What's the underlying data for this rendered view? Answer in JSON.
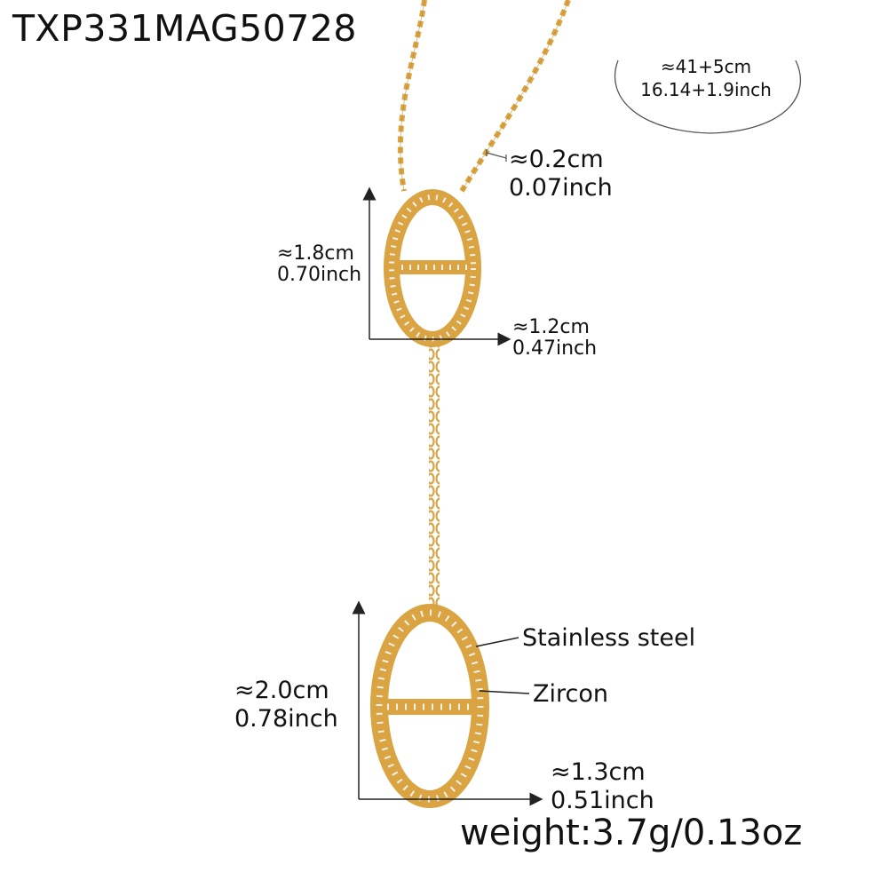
{
  "product": {
    "sku": "TXP331MAG50728",
    "type": "Y-necklace with two oval zircon pendants"
  },
  "colors": {
    "gold": "#d9a441",
    "gold_dark": "#b8802a",
    "zircon": "#f3f1ee",
    "annotation": "#222222",
    "background": "#ffffff"
  },
  "chain_length": {
    "cm": "≈41+5cm",
    "inch": "16.14+1.9inch"
  },
  "chain_width": {
    "cm": "≈0.2cm",
    "inch": "0.07inch"
  },
  "small_pendant": {
    "height_cm": "≈1.8cm",
    "height_inch": "0.70inch",
    "width_cm": "≈1.2cm",
    "width_inch": "0.47inch"
  },
  "large_pendant": {
    "height_cm": "≈2.0cm",
    "height_inch": "0.78inch",
    "width_cm": "≈1.3cm",
    "width_inch": "0.51inch"
  },
  "materials": {
    "frame": "Stainless steel",
    "stones": "Zircon"
  },
  "weight": "weight:3.7g/0.13oz"
}
